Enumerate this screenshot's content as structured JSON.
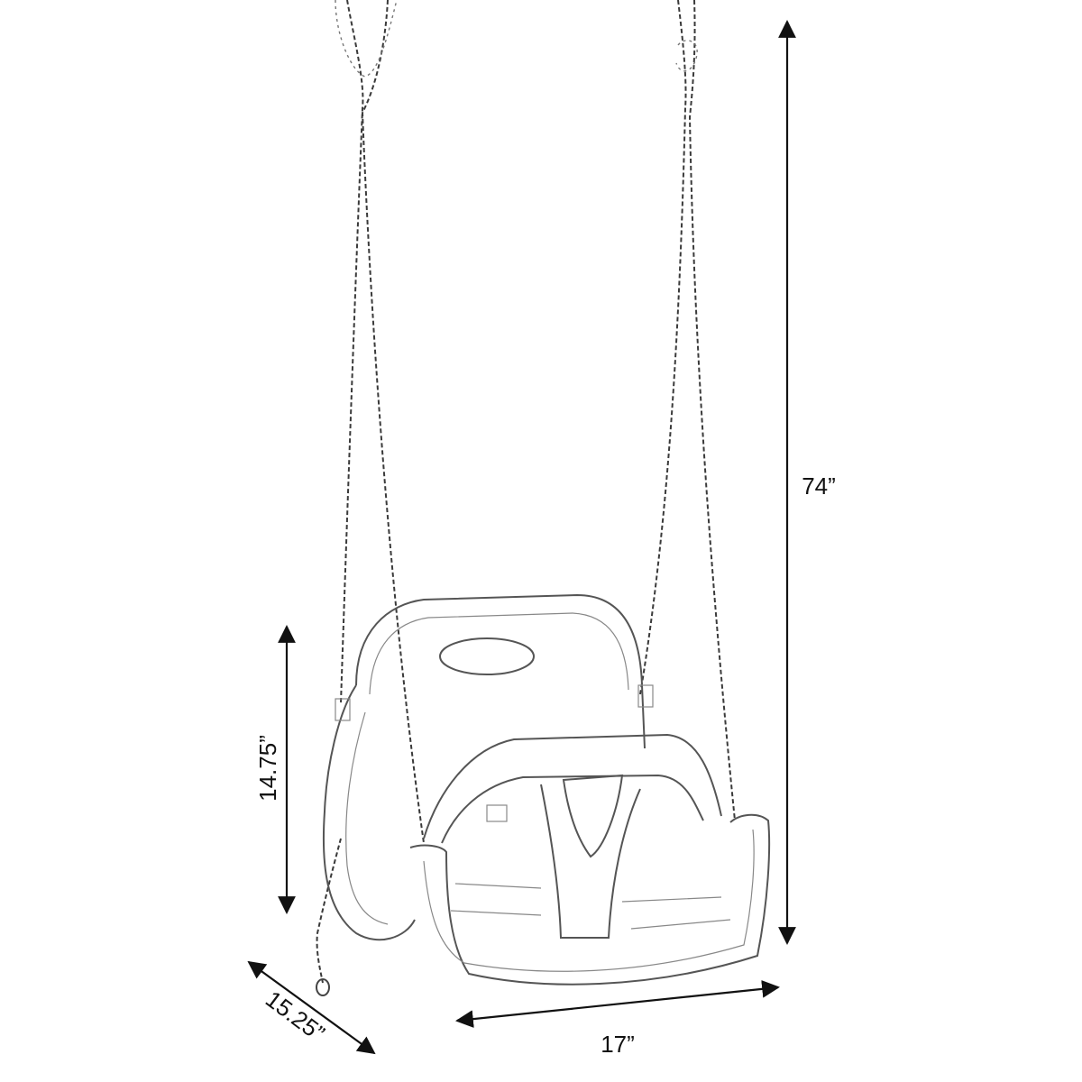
{
  "dimensions": {
    "height_total": "74”",
    "seat_height": "14.75”",
    "seat_width": "17”",
    "seat_depth": "15.25”"
  }
}
